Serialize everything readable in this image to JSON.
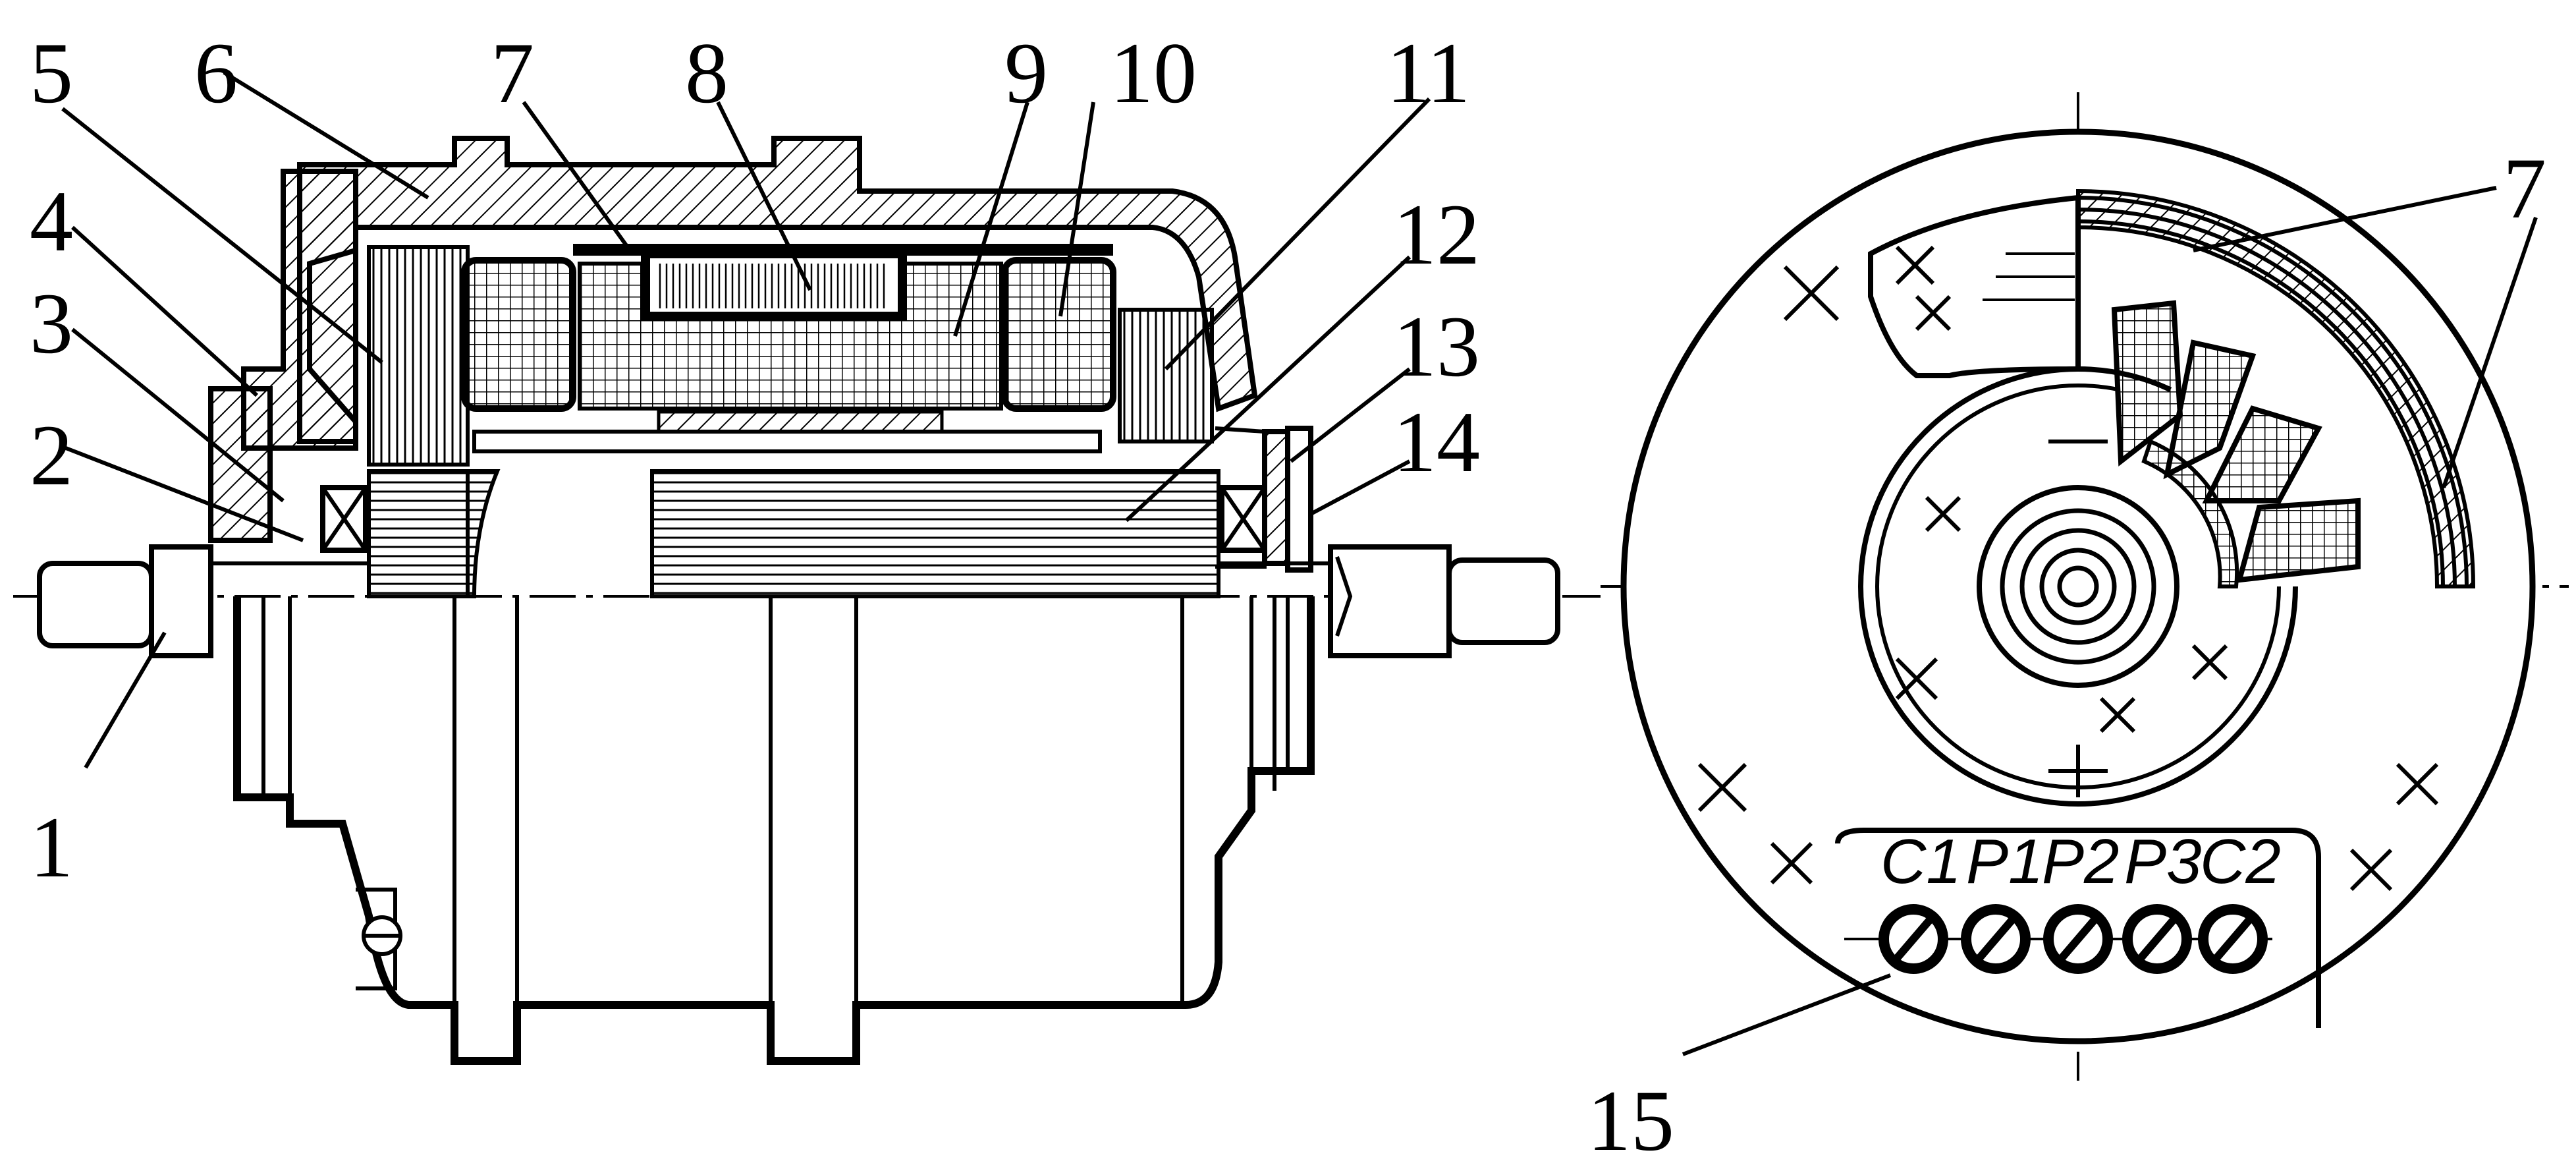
{
  "callouts": {
    "n1": "1",
    "n2": "2",
    "n3": "3",
    "n4": "4",
    "n5": "5",
    "n6": "6",
    "n7a": "7",
    "n8": "8",
    "n9": "9",
    "n10": "10",
    "n11": "11",
    "n12": "12",
    "n13": "13",
    "n14": "14",
    "n7b": "7",
    "n15": "15"
  },
  "terminals": [
    "C1",
    "P1",
    "P2",
    "P3",
    "C2"
  ]
}
